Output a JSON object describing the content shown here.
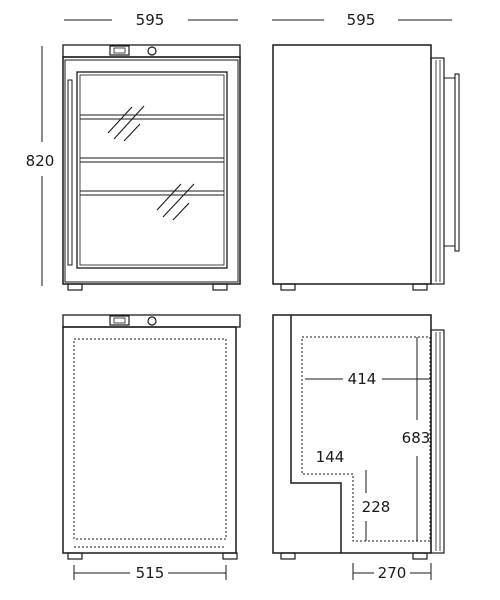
{
  "dimensions": {
    "front_width": "595",
    "side_depth": "595",
    "height": "820",
    "interior_width": "515",
    "interior_depth_upper": "414",
    "interior_height": "683",
    "step_depth": "144",
    "step_height": "228",
    "bottom_depth": "270"
  }
}
